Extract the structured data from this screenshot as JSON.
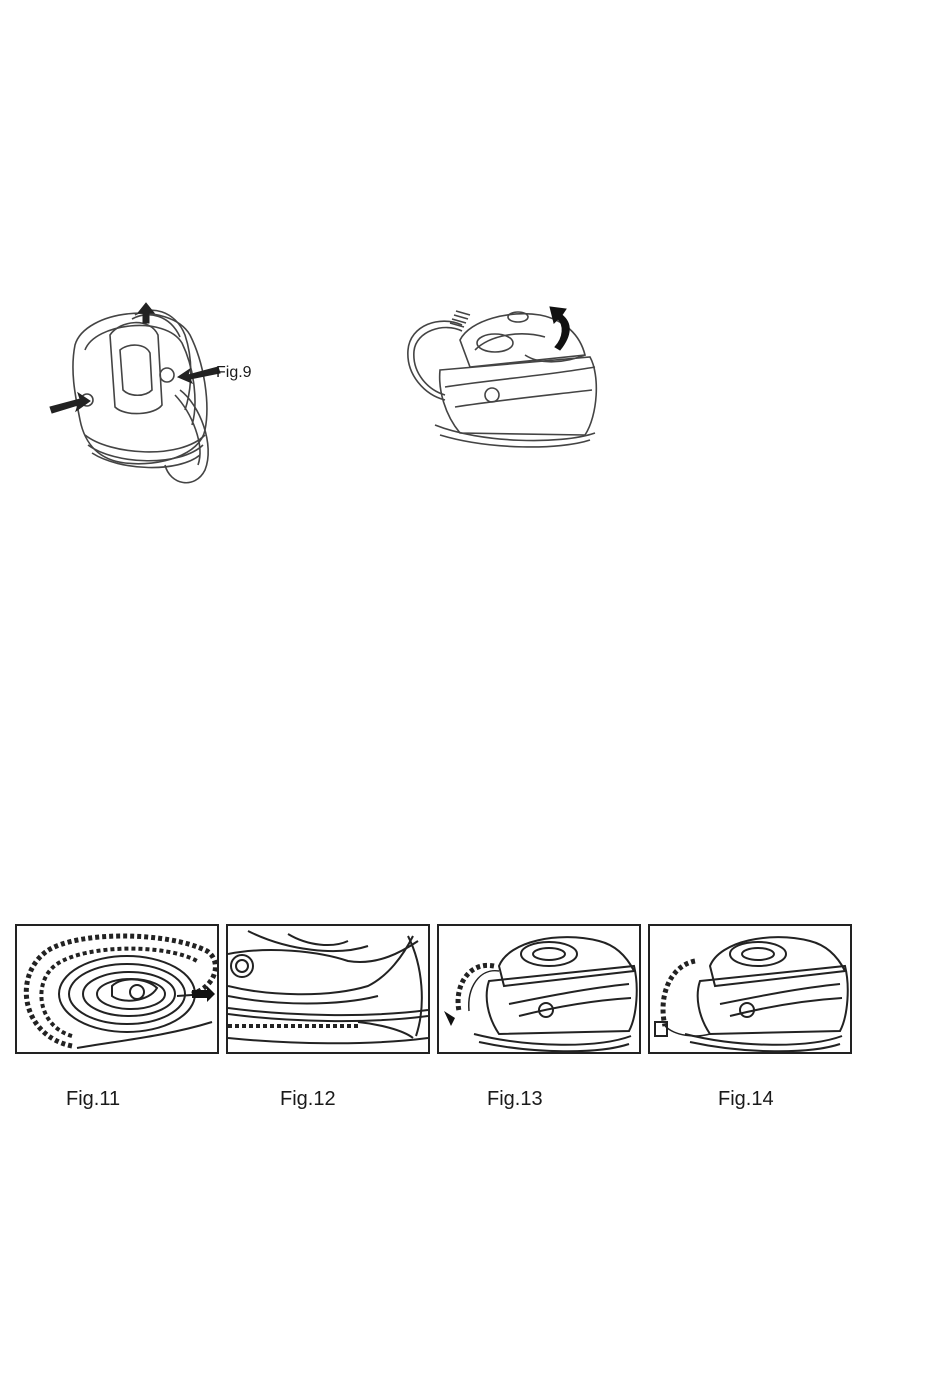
{
  "figures": {
    "fig9": {
      "label": "Fig.9"
    },
    "fig11": {
      "label": "Fig.11"
    },
    "fig12": {
      "label": "Fig.12"
    },
    "fig13": {
      "label": "Fig.13"
    },
    "fig14": {
      "label": "Fig.14"
    }
  }
}
